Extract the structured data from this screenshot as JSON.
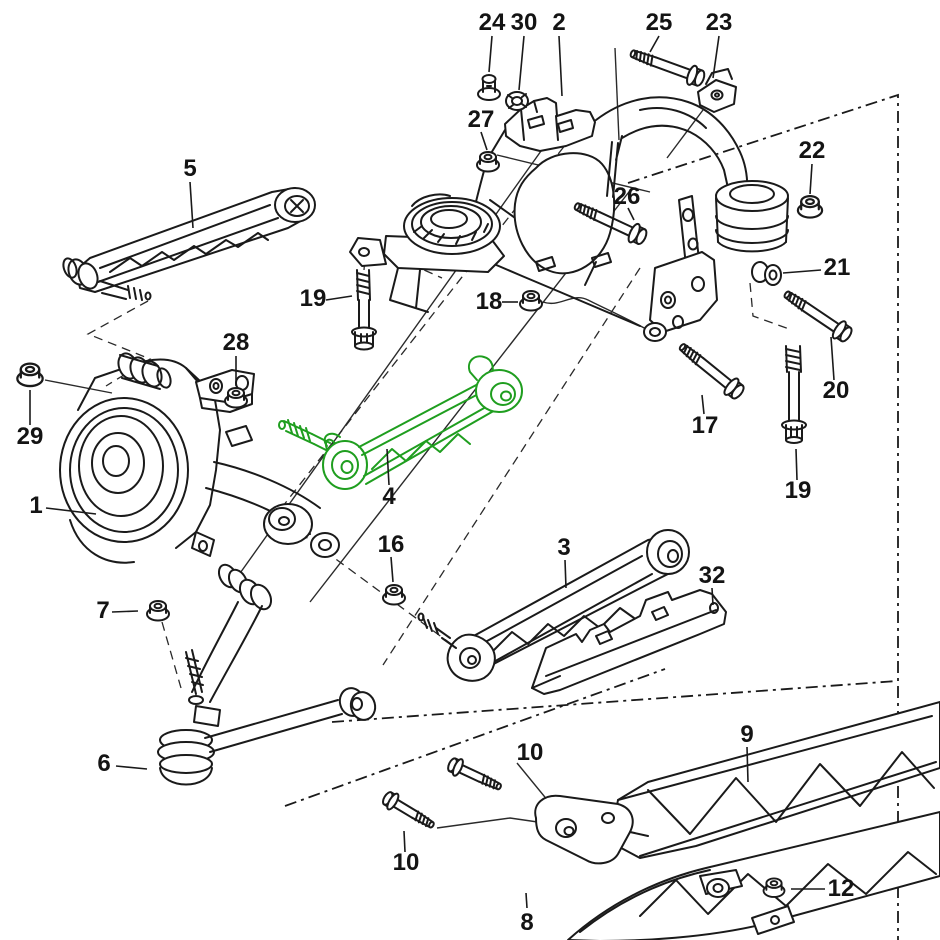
{
  "diagram": {
    "subject": "Rear axle suspension exploded parts diagram",
    "style": "monochrome line art with one part highlighted",
    "background_color": "#ffffff",
    "line_color": "#1a1a1a",
    "highlight_color": "#1f9e1f",
    "highlighted_part_number": "4",
    "callouts": {
      "c1": "1",
      "c2": "2",
      "c3": "3",
      "c4": "4",
      "c5": "5",
      "c6": "6",
      "c7": "7",
      "c8": "8",
      "c9": "9",
      "c10a": "10",
      "c10b": "10",
      "c12": "12",
      "c16": "16",
      "c17": "17",
      "c18": "18",
      "c19a": "19",
      "c19b": "19",
      "c20": "20",
      "c21": "21",
      "c22": "22",
      "c23": "23",
      "c24": "24",
      "c25": "25",
      "c26": "26",
      "c27": "27",
      "c28": "28",
      "c29": "29",
      "c30": "30",
      "c32": "32"
    }
  }
}
